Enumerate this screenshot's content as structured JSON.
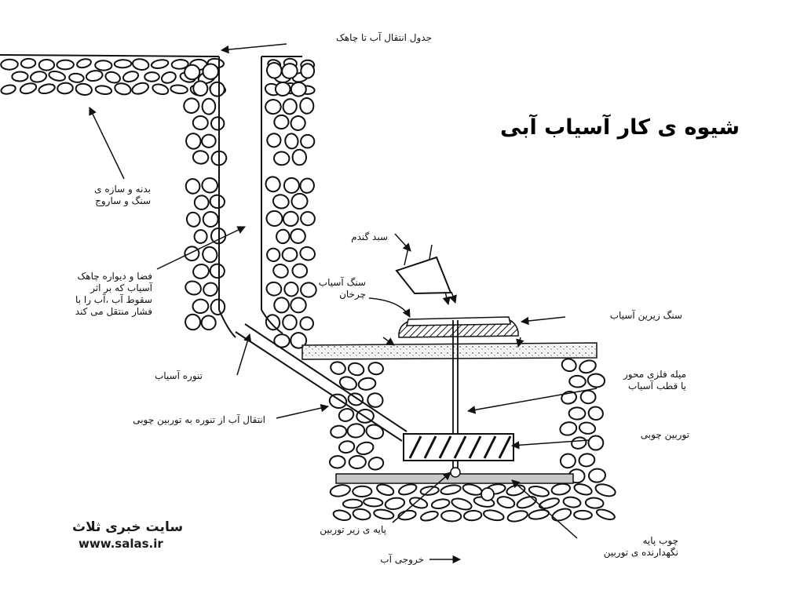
{
  "title": "شیوه ی کار آسیاب آبی",
  "labels": {
    "water_channel": "جدول انتقال آب تا چاهک",
    "body_structure": [
      "بدنه و سازه ی",
      "سنگ و ساروج"
    ],
    "shaft_space": [
      "فضا و دیواره چاهک",
      "آسیاب که بر اثر",
      "سقوط آب ،آب را با",
      "فشار منتقل می کند"
    ],
    "mill_tube": "تنوره آسیاب",
    "transfer": "انتقال آب از تنوره به توربین چوبی",
    "wheat_bin": "سبد گندم",
    "rotating_stone": [
      "سنگ آسیاب",
      "چرخان"
    ],
    "lower_stone": "سنگ زیرین آسیاب",
    "axis_rod": [
      "میله فلزی محور",
      "یا قطب آسیاب"
    ],
    "turbine": "توربین چوبی",
    "turbine_base": "پایه ی زیر توربین",
    "support_beam": [
      "چوب پایه",
      "نگهدارنده ی توربین"
    ],
    "water_outlet": "خروجی آب"
  },
  "watermark": {
    "name": "سایت خبری ثلاث",
    "url": "www.salas.ir"
  },
  "colors": {
    "ink": "#111111",
    "beam_fill": "#c8c8c8",
    "floor_fill": "#d9d9d9"
  }
}
